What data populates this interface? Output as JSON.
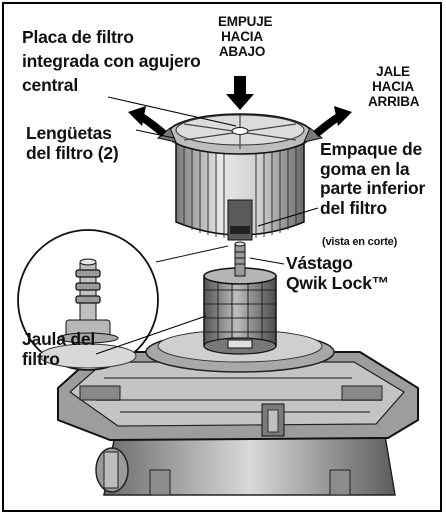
{
  "labels": {
    "placa_line1": "Placa de filtro",
    "placa_line2": "integrada con agujero",
    "placa_line3": "central",
    "empuje": "EMPUJE\nHACIA\nABAJO",
    "jale": "JALE\nHACIA\nARRIBA",
    "lenguetas": "Lengüetas\ndel filtro (2)",
    "empaque": "Empaque de\ngoma en la\nparte inferior\ndel filtro",
    "vista": "(vista en corte)",
    "vastago": "Vástago\nQwik Lock™",
    "jaula": "Jaula del\nfiltro"
  }
}
